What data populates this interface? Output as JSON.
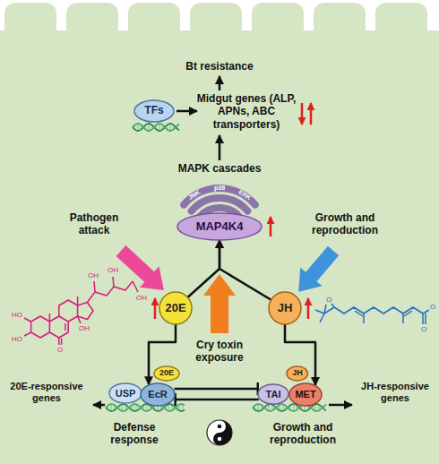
{
  "diagram": {
    "nodes": [
      {
        "text": [
          "TFs"
        ]
      },
      {
        "text": [
          "MAP4K4"
        ]
      },
      {
        "text": [
          "20E"
        ]
      },
      {
        "text": [
          "JH"
        ]
      },
      {
        "text": [
          "USP"
        ]
      },
      {
        "text": [
          "EcR"
        ]
      },
      {
        "text": [
          "20E"
        ]
      },
      {
        "text": [
          "TAI"
        ]
      },
      {
        "text": [
          "MET"
        ]
      },
      {
        "text": [
          "JH"
        ]
      }
    ],
    "edges": [
      {
        "from": 2,
        "to": 1,
        "arrow": "to"
      },
      {
        "from": 3,
        "to": 1,
        "arrow": "to"
      },
      {
        "from": 2,
        "to": 5,
        "arrow": "to"
      },
      {
        "from": 3,
        "to": 8,
        "arrow": "to"
      },
      {
        "from": 5,
        "to": 7,
        "arrow": "to"
      },
      {
        "from": 7,
        "to": 5,
        "arrow": "to"
      }
    ],
    "labels": [
      "Bt resistance",
      "Midgut genes (ALP, APNs, ABC transporters)",
      "MAPK cascades",
      "JNK",
      "p38",
      "ERK",
      "Pathogen attack",
      "Growth and reproduction",
      "Cry toxin exposure",
      "20E-responsive genes",
      "JH-responsive genes",
      "Defense response",
      "Growth and reproduction",
      "OH",
      "OH",
      "OH",
      "HO",
      "HO",
      "OH",
      "O",
      "O",
      "O",
      "O"
    ]
  }
}
